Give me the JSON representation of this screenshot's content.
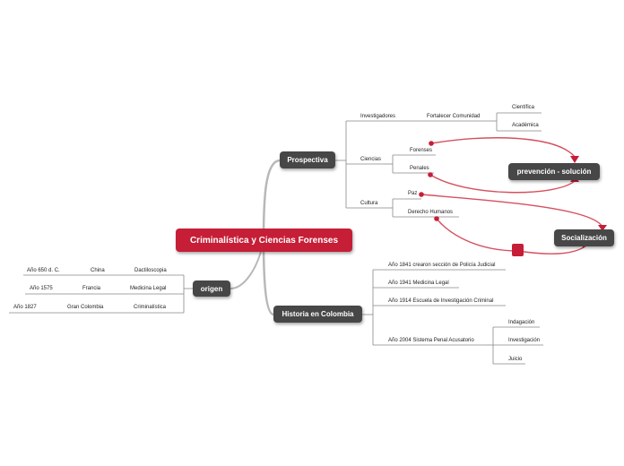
{
  "central": {
    "title": "Criminalística y Ciencias Forenses"
  },
  "prospectiva": {
    "title": "Prospectiva",
    "investigadores": {
      "label": "Investigadores",
      "fortalecer": "Fortalecer Comunidad",
      "cientifica": "Científica",
      "academica": "Académica"
    },
    "ciencias": {
      "label": "Ciencias",
      "forenses": "Forenses",
      "penales": "Penales"
    },
    "cultura": {
      "label": "Cultura",
      "paz": "Paz",
      "derechos": "Derecho Humanos"
    }
  },
  "historia": {
    "title": "Historia en Colombia",
    "items": [
      "Año 1841 crearon sección de Policía Judicial",
      "Año 1941 Medicina Legal",
      "Año 1914 Escuela de Investigación Criminal",
      "Año 2004 Sistema Penal Acusatorio"
    ],
    "sistema_children": [
      "Indagación",
      "Investigación",
      "Juicio"
    ]
  },
  "origen": {
    "title": "origen",
    "rows": [
      {
        "year": "Año 650 d. C.",
        "place": "China",
        "field": "Dactiloscopia"
      },
      {
        "year": "Año 1575",
        "place": "Francia",
        "field": "Medicina Legal"
      },
      {
        "year": "Año 1827",
        "place": "Gran Colombia",
        "field": "Criminalística"
      }
    ]
  },
  "floating": {
    "prevencion": "prevención - solución",
    "socializacion": "Socialización"
  },
  "colors": {
    "accent": "#c61e37",
    "node": "#474747",
    "line": "#888888",
    "link": "#d6505f"
  }
}
